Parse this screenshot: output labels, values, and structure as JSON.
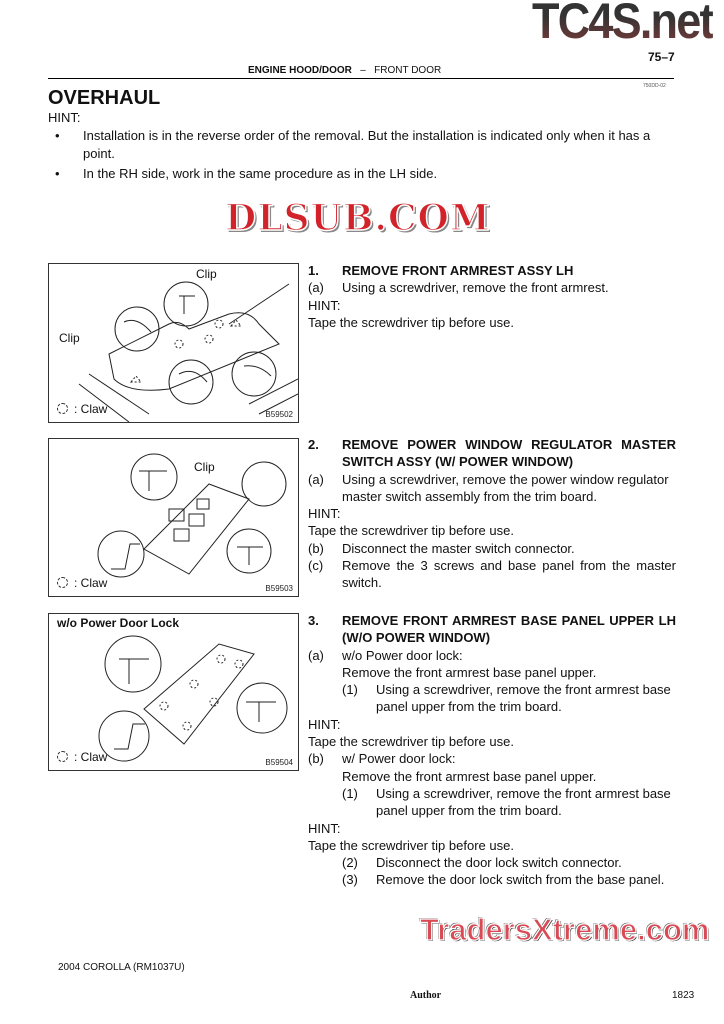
{
  "watermarks": {
    "top_right": "TC4S.net",
    "middle": "DLSUB.COM",
    "bottom": "TradersXtreme.com"
  },
  "header": {
    "page_number": "75–7",
    "section": "ENGINE HOOD/DOOR",
    "separator": "–",
    "subsection": "FRONT DOOR",
    "doc_code": "750DD-02"
  },
  "title": "OVERHAUL",
  "hint_label": "HINT:",
  "bullets": [
    "Installation is in the reverse order of the removal. But the installation is indicated only when it has a point.",
    "In the RH side, work in the same procedure as in the LH side."
  ],
  "figures": [
    {
      "labels": [
        "Clip",
        "Clip"
      ],
      "legend": ": Claw",
      "code": "B59502"
    },
    {
      "labels": [
        "Clip"
      ],
      "legend": ": Claw",
      "code": "B59503"
    },
    {
      "title": "w/o Power Door Lock",
      "legend": ": Claw",
      "code": "B59504"
    }
  ],
  "steps": [
    {
      "num": "1.",
      "heading": "REMOVE FRONT ARMREST ASSY LH",
      "lines": [
        {
          "n": "(a)",
          "t": "Using a screwdriver, remove the front armrest."
        },
        {
          "t": "HINT:"
        },
        {
          "t": "Tape the screwdriver tip before use."
        }
      ]
    },
    {
      "num": "2.",
      "heading": "REMOVE POWER WINDOW REGULATOR MASTER SWITCH ASSY (W/ POWER WINDOW)",
      "lines": [
        {
          "n": "(a)",
          "t": "Using a screwdriver, remove the power window regulator master switch assembly from the trim board."
        },
        {
          "t": "HINT:"
        },
        {
          "t": "Tape the screwdriver tip before use."
        },
        {
          "n": "(b)",
          "t": "Disconnect the master switch connector."
        },
        {
          "n": "(c)",
          "t": "Remove the 3 screws and base panel from the master switch."
        }
      ]
    },
    {
      "num": "3.",
      "heading": "REMOVE FRONT ARMREST BASE PANEL UPPER LH (W/O POWER WINDOW)",
      "lines": [
        {
          "n": "(a)",
          "t": "w/o Power door lock:"
        },
        {
          "t": "Remove the front armrest base panel upper."
        },
        {
          "n": "(1)",
          "t": "Using a screwdriver, remove the front armrest base panel upper from the trim board."
        },
        {
          "t": "HINT:"
        },
        {
          "t": "Tape the screwdriver tip before use."
        },
        {
          "n": "(b)",
          "t": "w/ Power door lock:"
        },
        {
          "t": "Remove the front armrest base panel upper."
        },
        {
          "n": "(1)",
          "t": "Using a screwdriver, remove the front armrest base panel upper from the trim board."
        },
        {
          "t": "HINT:"
        },
        {
          "t": "Tape the screwdriver tip before use."
        },
        {
          "n": "(2)",
          "t": "Disconnect the door lock switch connector."
        },
        {
          "n": "(3)",
          "t": "Remove the door lock switch from the base panel."
        }
      ]
    }
  ],
  "footer": {
    "model": "2004 COROLLA   (RM1037U)",
    "author": "Author",
    "page": "1823"
  }
}
